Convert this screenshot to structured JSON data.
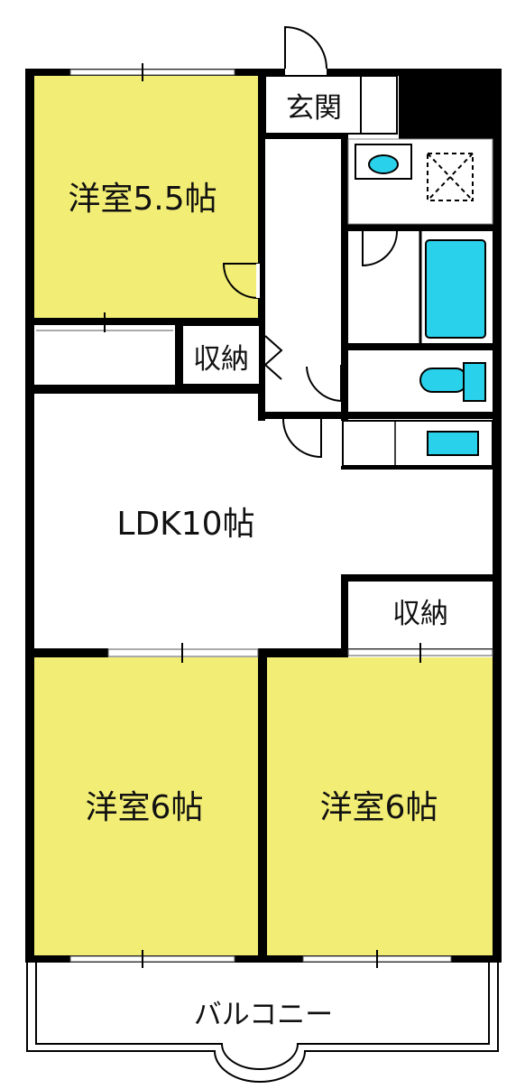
{
  "colors": {
    "wall": "#000000",
    "room_yellow": "#f2ed74",
    "fixture_cyan": "#2ad1ea",
    "floor_white": "#ffffff",
    "line_gray": "#777777"
  },
  "rooms": {
    "western_room_top": "洋室5.5帖",
    "storage_top": "収納",
    "entrance": "玄関",
    "ldk": "LDK10帖",
    "storage_right": "収納",
    "western_room_bottom_left": "洋室6帖",
    "western_room_bottom_right": "洋室6帖",
    "balcony": "バルコニー"
  },
  "icons": {
    "toilet": "toilet-icon",
    "bathtub": "bathtub-icon",
    "washbasin": "washbasin-icon",
    "kitchen_sink": "kitchen-sink-icon",
    "washer_pan": "washer-pan-icon"
  }
}
